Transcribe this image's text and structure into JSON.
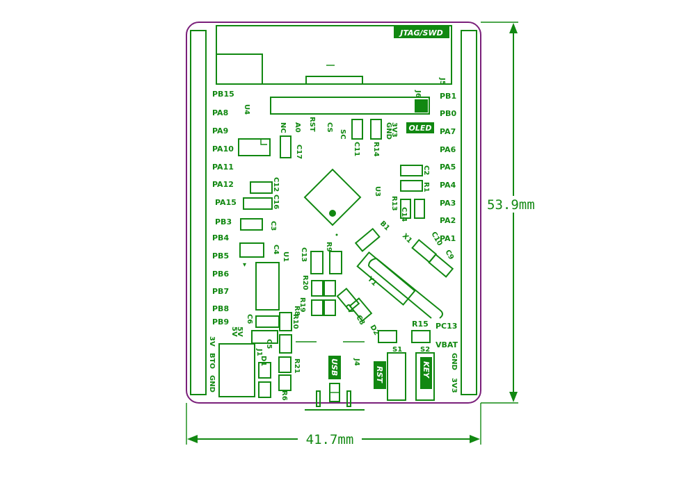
{
  "dimensions": {
    "height": "53.9mm",
    "width": "41.7mm"
  },
  "left_pins": [
    "PB15",
    "PA8",
    "PA9",
    "PA10",
    "PA11",
    "PA12",
    "PA15",
    "PB3",
    "PB4",
    "PB5",
    "PB6",
    "PB7",
    "PB8",
    "PB9"
  ],
  "right_pins": [
    "PB1",
    "PB0",
    "PA7",
    "PA6",
    "PA5",
    "PA4",
    "PA3",
    "PA2",
    "PA1",
    "PC13",
    "VBAT",
    "GND",
    "3V3"
  ],
  "oled_pins": [
    "NC",
    "A0",
    "RST",
    "CS",
    "SC",
    "3V3",
    "GND"
  ],
  "power_labels": {
    "v5_left": "5V",
    "v5_right": "5V",
    "v3_left": "3V",
    "bto": "BTO",
    "gnd": "GND"
  },
  "headers": {
    "jtag": "JTAG/SWD",
    "j5": "J5",
    "j6": "J6",
    "j4": "J4",
    "oled": "OLED",
    "usb": "USB",
    "rst": "RST",
    "key": "KEY"
  },
  "components": {
    "u4": "U4",
    "u3": "U3",
    "u1": "U1",
    "c17": "C17",
    "c11": "C11",
    "r14": "R14",
    "c2": "C2",
    "r1": "R1",
    "r13": "R13",
    "c14": "C14",
    "c12": "C12",
    "c16": "C16",
    "c3": "C3",
    "c4": "C4",
    "c13": "C13",
    "r9": "R9",
    "b1": "B1",
    "x1": "X1",
    "c10": "C10",
    "c9": "C9",
    "r20": "R20",
    "r19": "R19",
    "r8": "R8",
    "r10": "R10",
    "y1": "Y1",
    "c7": "C7",
    "c8": "C8",
    "c6": "C6",
    "c5": "C5",
    "j1": "J1",
    "d1": "D1",
    "r21": "R21",
    "d2": "D2",
    "r15": "R15",
    "s1": "S1",
    "s2": "S2",
    "r6": "R6"
  },
  "colors": {
    "silkscreen": "#118811",
    "outline": "#7a1f7a",
    "background": "#ffffff"
  }
}
